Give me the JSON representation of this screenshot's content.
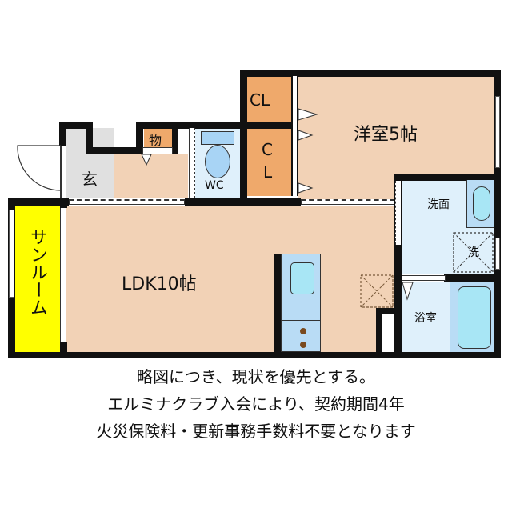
{
  "floor_plan": {
    "rooms": {
      "western_room": {
        "label": "洋室5帖",
        "color": "#f2d2b6"
      },
      "closet_top": {
        "label": "CL",
        "color": "#efa96b"
      },
      "closet_mid": {
        "label": "C\nL",
        "label_line1": "C",
        "label_line2": "L",
        "color": "#efa96b"
      },
      "storage": {
        "label": "物",
        "color": "#efa96b"
      },
      "entrance": {
        "label": "玄",
        "color": "#e0e0e0"
      },
      "hallway": {
        "label": "",
        "color": "#f2d2b6"
      },
      "toilet": {
        "label": "WC",
        "color": "#dff0fb"
      },
      "ldk": {
        "label": "LDK10帖",
        "color": "#f2d2b6"
      },
      "sunroom": {
        "label": "サンルーム",
        "color": "#ffff00"
      },
      "washroom": {
        "label": "洗面",
        "color": "#dff0fb"
      },
      "washer_space": {
        "label": "洗"
      },
      "bathroom": {
        "label": "浴室",
        "color": "#dff0fb"
      }
    },
    "colors": {
      "wall": "#111111",
      "fixture_blue": "#a8e6f5",
      "fixture_bg": "#b9dcf5"
    }
  },
  "notes": {
    "line1": "略図につき、現状を優先とする。",
    "line2": "エルミナクラブ入会により、契約期間4年",
    "line3": "火災保険料・更新事務手数料不要となります"
  }
}
